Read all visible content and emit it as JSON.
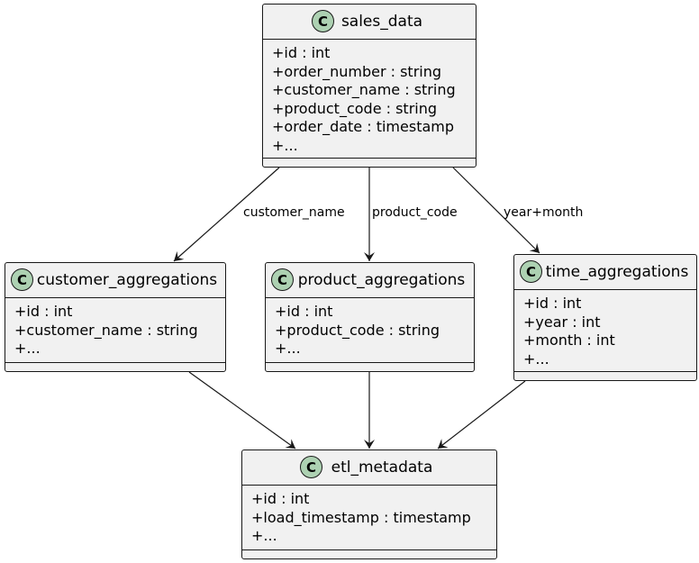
{
  "classes": {
    "sales_data": {
      "icon": "C",
      "name": "sales_data",
      "attributes": [
        "+id : int",
        "+order_number : string",
        "+customer_name : string",
        "+product_code : string",
        "+order_date : timestamp",
        "+..."
      ]
    },
    "customer_aggregations": {
      "icon": "C",
      "name": "customer_aggregations",
      "attributes": [
        "+id : int",
        "+customer_name : string",
        "+..."
      ]
    },
    "product_aggregations": {
      "icon": "C",
      "name": "product_aggregations",
      "attributes": [
        "+id : int",
        "+product_code : string",
        "+..."
      ]
    },
    "time_aggregations": {
      "icon": "C",
      "name": "time_aggregations",
      "attributes": [
        "+id : int",
        "+year : int",
        "+month : int",
        "+..."
      ]
    },
    "etl_metadata": {
      "icon": "C",
      "name": "etl_metadata",
      "attributes": [
        "+id : int",
        "+load_timestamp : timestamp",
        "+..."
      ]
    }
  },
  "edges": [
    {
      "from": "sales_data",
      "to": "customer_aggregations",
      "label": "customer_name"
    },
    {
      "from": "sales_data",
      "to": "product_aggregations",
      "label": "product_code"
    },
    {
      "from": "sales_data",
      "to": "time_aggregations",
      "label": "year+month"
    },
    {
      "from": "customer_aggregations",
      "to": "etl_metadata",
      "label": ""
    },
    {
      "from": "product_aggregations",
      "to": "etl_metadata",
      "label": ""
    },
    {
      "from": "time_aggregations",
      "to": "etl_metadata",
      "label": ""
    }
  ],
  "colors": {
    "class_fill": "#f1f1f1",
    "border": "#181818",
    "class_icon": "#add1b2"
  }
}
